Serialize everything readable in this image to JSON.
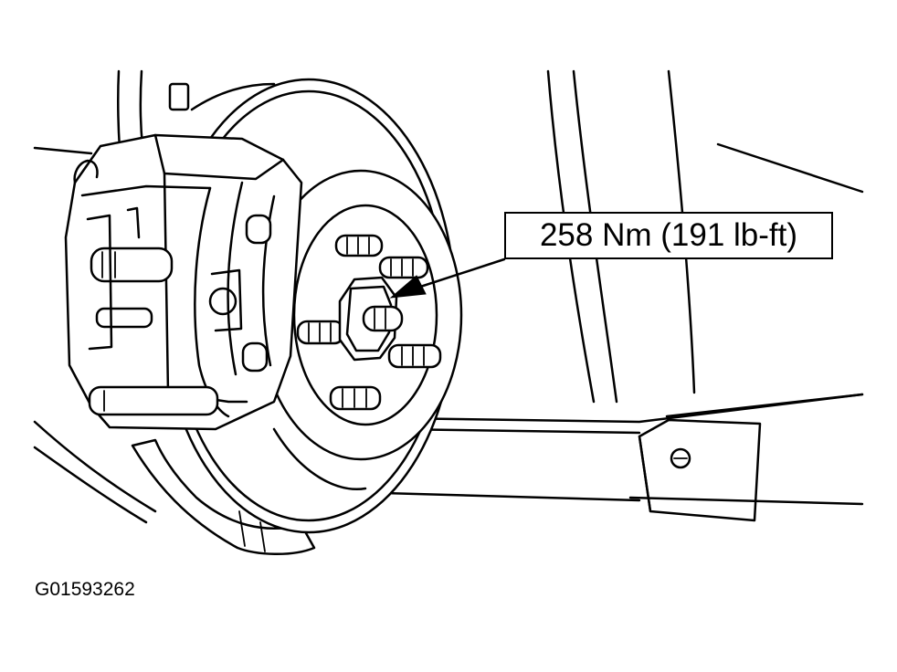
{
  "callout": {
    "torque_label": "258 Nm (191 lb-ft)"
  },
  "figure": {
    "id": "G01593262"
  },
  "icons": {
    "brake_assembly": "brake-rotor-caliper-drawing",
    "arrow": "leader-arrow"
  },
  "colors": {
    "line": "#000000",
    "background": "#ffffff"
  }
}
